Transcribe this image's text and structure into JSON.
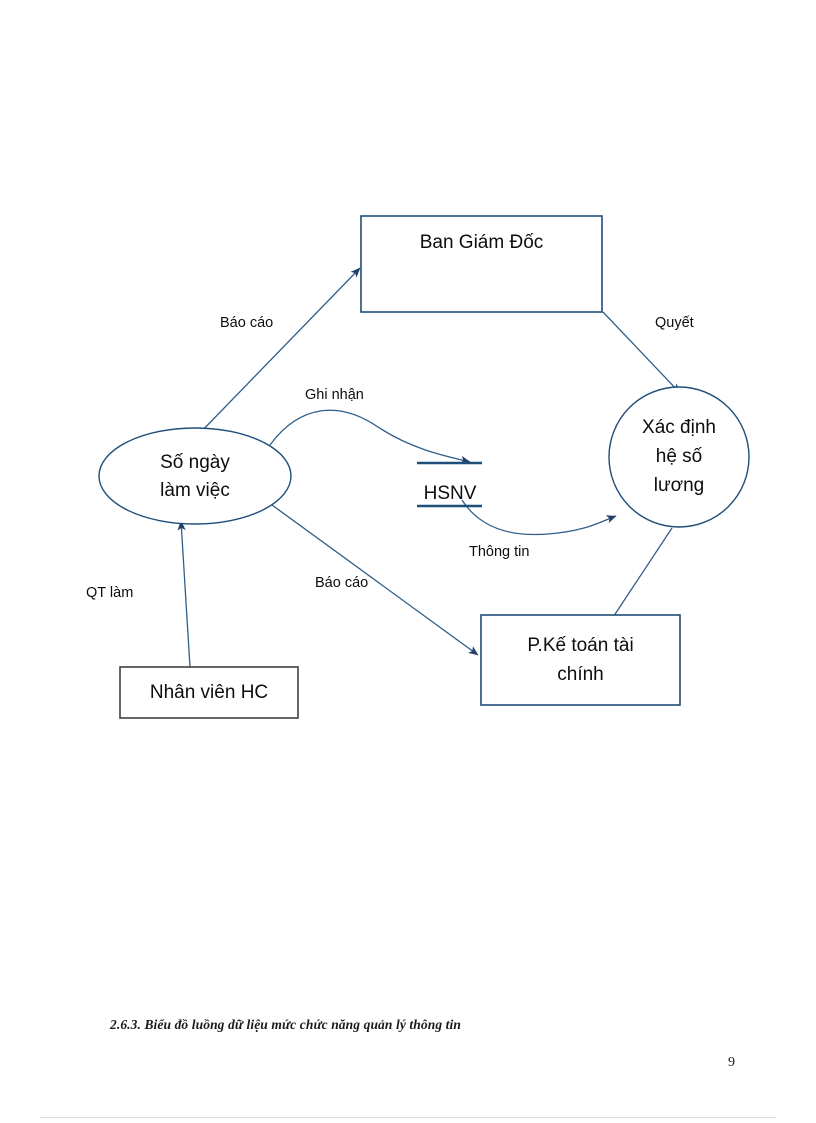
{
  "document": {
    "caption": "2.6.3. Biểu đồ luồng dữ liệu mức chức năng quản lý thông tin",
    "page_number": "9"
  },
  "colors": {
    "shape_stroke": "#1f4e79",
    "entity_dark_stroke": "#404040",
    "flow_stroke": "#2e5f8a",
    "text": "#0d0d0d",
    "background": "#ffffff"
  },
  "diagram": {
    "type": "data-flow-diagram",
    "nodes": [
      {
        "id": "ban-giam-doc",
        "kind": "entity-box",
        "label": "Ban Giám Đốc",
        "lines": [
          "Ban Giám Đốc"
        ]
      },
      {
        "id": "so-ngay-lam-viec",
        "kind": "process-ellipse",
        "label": "Số ngày làm việc",
        "lines": [
          "Số ngày",
          "làm việc"
        ]
      },
      {
        "id": "hsnv",
        "kind": "data-store",
        "label": "HSNV",
        "lines": [
          "HSNV"
        ]
      },
      {
        "id": "xac-dinh-he-so-luong",
        "kind": "process-circle",
        "label": "Xác định hệ số lương",
        "lines": [
          "Xác định",
          "hệ số",
          "lương"
        ]
      },
      {
        "id": "nhan-vien-hc",
        "kind": "entity-box",
        "label": "Nhân viên HC",
        "lines": [
          "Nhân viên HC"
        ]
      },
      {
        "id": "p-ke-toan-tai-chinh",
        "kind": "entity-box",
        "label": "P.Kế toán tài chính",
        "lines": [
          "P.Kế toán tài",
          "chính"
        ]
      }
    ],
    "flows": [
      {
        "id": "flow-bao-cao-bgd",
        "label": "Báo cáo",
        "from": "so-ngay-lam-viec",
        "to": "ban-giam-doc"
      },
      {
        "id": "flow-quyet",
        "label": "Quyết",
        "from": "ban-giam-doc",
        "to": "xac-dinh-he-so-luong"
      },
      {
        "id": "flow-ghi-nhan",
        "label": "Ghi nhận",
        "from": "so-ngay-lam-viec",
        "to": "hsnv"
      },
      {
        "id": "flow-thong-tin",
        "label": "Thông tin",
        "from": "hsnv",
        "to": "xac-dinh-he-so-luong"
      },
      {
        "id": "flow-qt-lam",
        "label": "QT làm",
        "from": "nhan-vien-hc",
        "to": "so-ngay-lam-viec"
      },
      {
        "id": "flow-bao-cao-ktt",
        "label": "Báo cáo",
        "from": "so-ngay-lam-viec",
        "to": "p-ke-toan-tai-chinh"
      },
      {
        "id": "flow-he-so-luong-ktt",
        "label": "",
        "from": "xac-dinh-he-so-luong",
        "to": "p-ke-toan-tai-chinh"
      }
    ]
  }
}
